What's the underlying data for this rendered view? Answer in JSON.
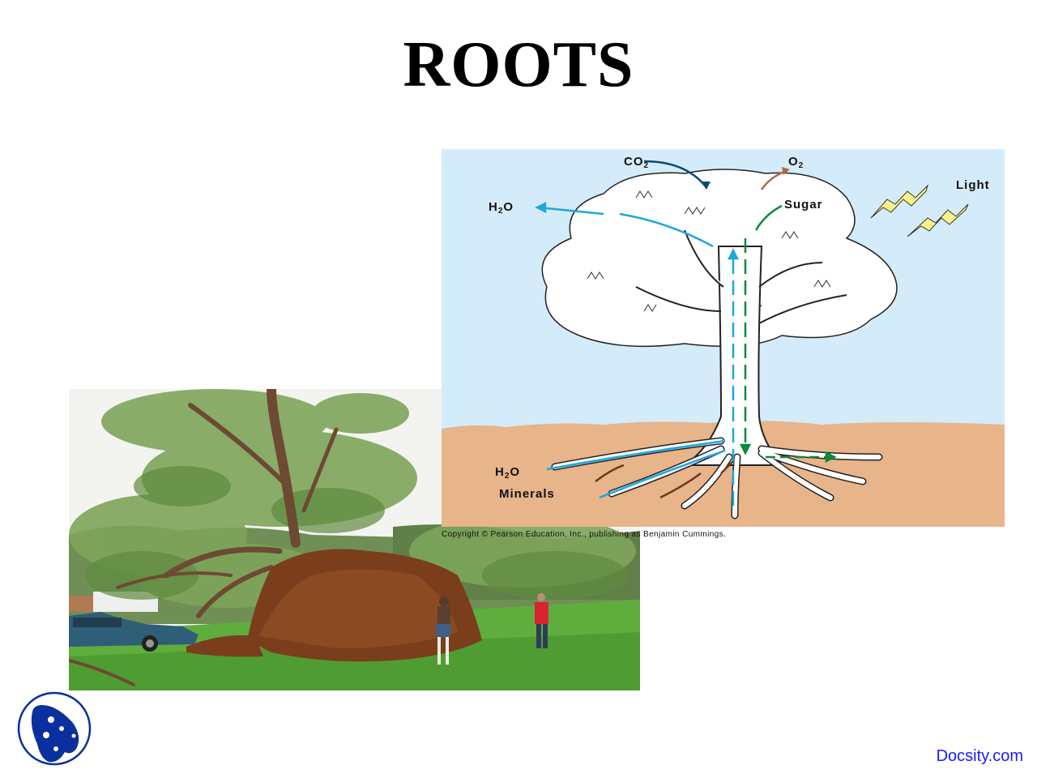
{
  "slide": {
    "title": "ROOTS"
  },
  "diagram": {
    "labels": {
      "co2": "CO",
      "co2_sub": "2",
      "o2": "O",
      "o2_sub": "2",
      "h2o_top": "H",
      "h2o_top_sub": "2",
      "h2o_top_end": "O",
      "light": "Light",
      "sugar": "Sugar",
      "h2o_bottom": "H",
      "h2o_bottom_sub": "2",
      "h2o_bottom_end": "O",
      "minerals": "Minerals"
    },
    "copyright": "Copyright © Pearson Education, Inc., publishing as Benjamin Cummings.",
    "colors": {
      "sky": "#d4ecf9",
      "soil": "#e8b48a",
      "water_arrow": "#1ea7e0",
      "sugar_arrow": "#0c8a3c",
      "co2_arrow": "#0b4b6e",
      "o2_arrow": "#b0684a",
      "mineral_arrow": "#6b3a1c",
      "light_bolt": "#f8f18c"
    }
  },
  "photo": {
    "subject": "uprooted-tree-photo"
  },
  "footer": {
    "brand": "Docsity.com",
    "logo_color": "#0a2f9e"
  }
}
